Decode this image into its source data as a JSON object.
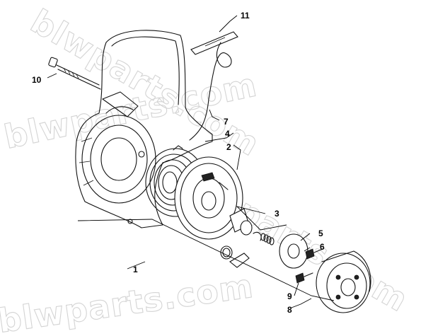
{
  "diagram": {
    "watermark": "blwparts.com",
    "callouts": [
      "1",
      "2",
      "3",
      "4",
      "5",
      "6",
      "7",
      "8",
      "9",
      "10",
      "11"
    ]
  }
}
